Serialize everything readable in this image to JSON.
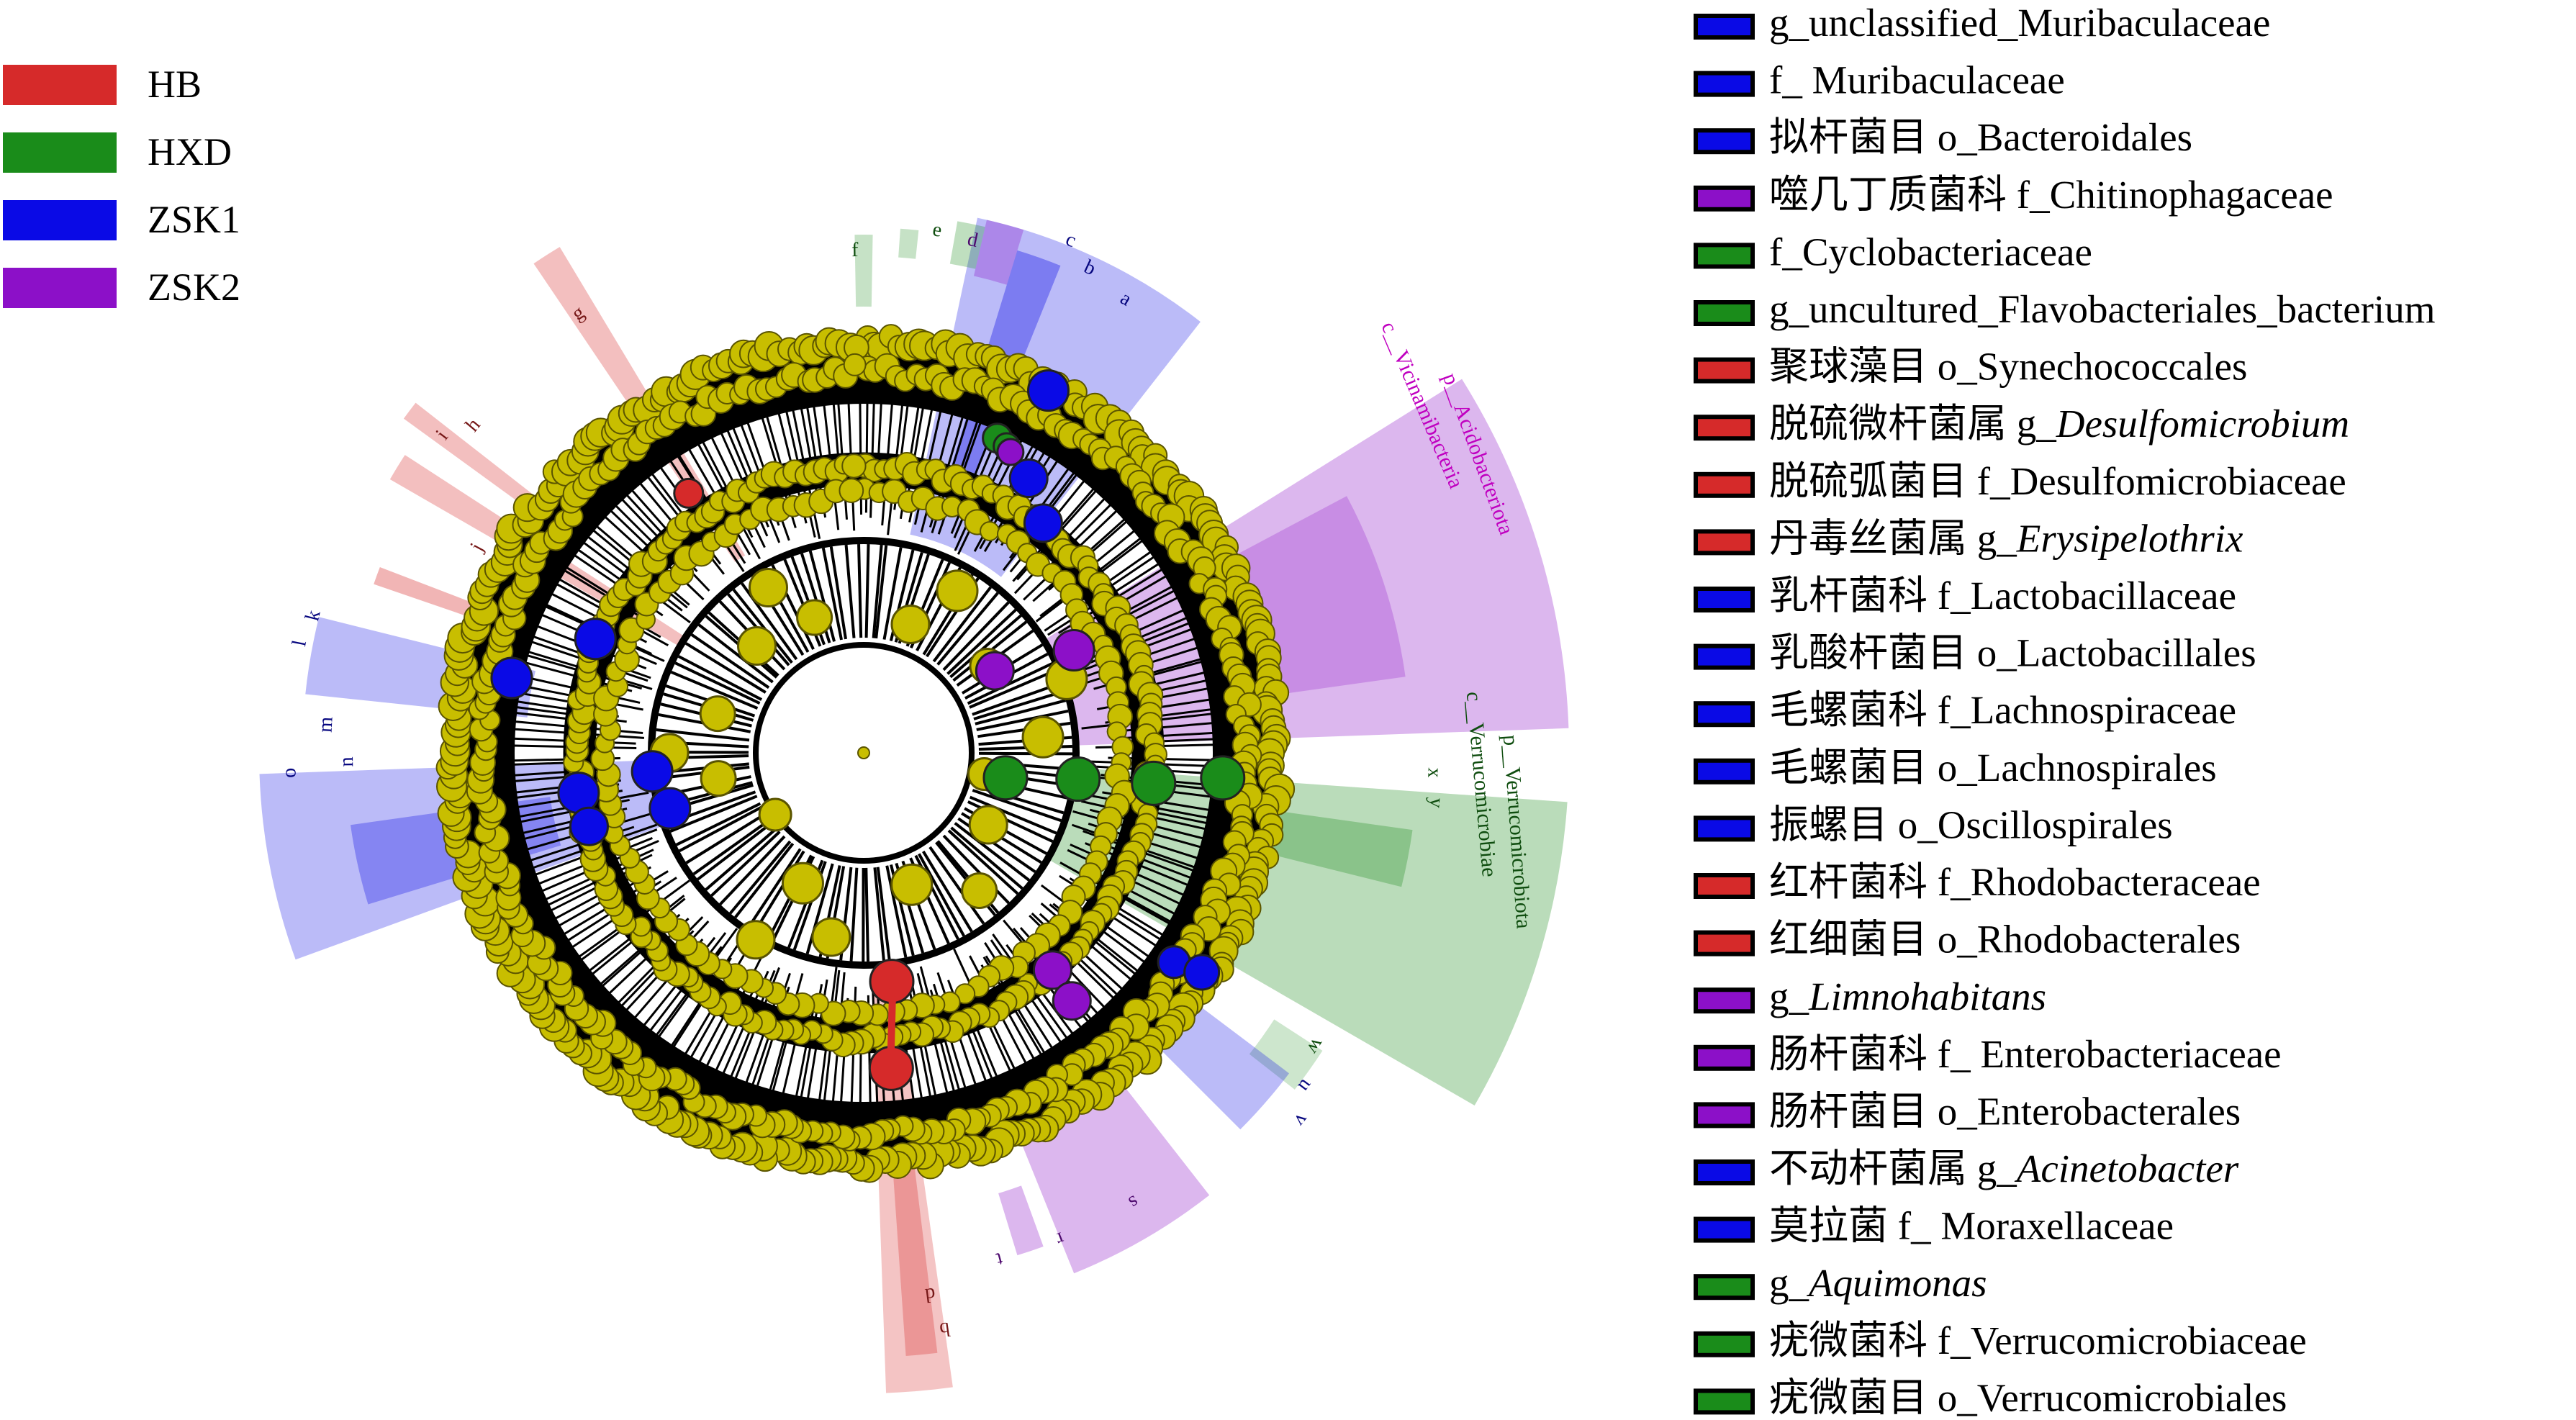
{
  "colors": {
    "HB": "#d62a2a",
    "HXD": "#1a8c1a",
    "ZSK1": "#0a0ae6",
    "ZSK2": "#8c10c8",
    "node": "#c8be00",
    "node_edge": "#5a5400"
  },
  "groups": [
    {
      "label": "HB",
      "color": "#d62a2a"
    },
    {
      "label": "HXD",
      "color": "#1a8c1a"
    },
    {
      "label": "ZSK1",
      "color": "#0a0ae6"
    },
    {
      "label": "ZSK2",
      "color": "#8c10c8"
    }
  ],
  "clade_letters": [
    {
      "text": "a",
      "group": "ZSK1"
    },
    {
      "text": "b",
      "group": "ZSK1"
    },
    {
      "text": "c",
      "group": "ZSK1"
    },
    {
      "text": "d",
      "group": "ZSK2"
    },
    {
      "text": "e",
      "group": "HXD"
    },
    {
      "text": "f",
      "group": "HXD"
    },
    {
      "text": "g",
      "group": "HB"
    },
    {
      "text": "h",
      "group": "HB"
    },
    {
      "text": "i",
      "group": "HB"
    },
    {
      "text": "j",
      "group": "HB"
    },
    {
      "text": "k",
      "group": "ZSK1"
    },
    {
      "text": "l",
      "group": "ZSK1"
    },
    {
      "text": "m",
      "group": "ZSK1"
    },
    {
      "text": "n",
      "group": "ZSK1"
    },
    {
      "text": "o",
      "group": "ZSK1"
    },
    {
      "text": "x",
      "group": "HXD"
    },
    {
      "text": "y",
      "group": "HXD"
    },
    {
      "text": "w",
      "group": "HXD"
    },
    {
      "text": "u",
      "group": "ZSK1"
    },
    {
      "text": "v",
      "group": "ZSK1"
    },
    {
      "text": "s",
      "group": "ZSK2"
    },
    {
      "text": "r",
      "group": "ZSK2"
    },
    {
      "text": "t",
      "group": "ZSK2"
    },
    {
      "text": "d",
      "group": "HB"
    },
    {
      "text": "b",
      "group": "HB"
    }
  ],
  "clade_names": [
    {
      "text": "c__Vicinamibacteria",
      "group": "ZSK2"
    },
    {
      "text": "p__Acidobacteriota",
      "group": "ZSK2"
    },
    {
      "text": "c__Verrucomicrobiae",
      "group": "HXD"
    },
    {
      "text": "p__Verrucomicrobiota",
      "group": "HXD"
    }
  ],
  "taxa": [
    {
      "group": "ZSK1",
      "parts": [
        {
          "t": "g_unclassified_Muribaculaceae",
          "i": false
        }
      ]
    },
    {
      "group": "ZSK1",
      "parts": [
        {
          "t": "f_ Muribaculaceae",
          "i": false
        }
      ]
    },
    {
      "group": "ZSK1",
      "parts": [
        {
          "t": "拟杆菌目 o_Bacteroidales",
          "i": false
        }
      ]
    },
    {
      "group": "ZSK2",
      "parts": [
        {
          "t": "噬几丁质菌科 f_Chitinophagaceae",
          "i": false
        }
      ]
    },
    {
      "group": "HXD",
      "parts": [
        {
          "t": "f_Cyclobacteriaceae",
          "i": false
        }
      ]
    },
    {
      "group": "HXD",
      "parts": [
        {
          "t": "g_uncultured_Flavobacteriales_bacterium",
          "i": false
        }
      ]
    },
    {
      "group": "HB",
      "parts": [
        {
          "t": "聚球藻目 o_Synechococcales",
          "i": false
        }
      ]
    },
    {
      "group": "HB",
      "parts": [
        {
          "t": "脱硫微杆菌属 g_",
          "i": false
        },
        {
          "t": "Desulfomicrobium",
          "i": true
        }
      ]
    },
    {
      "group": "HB",
      "parts": [
        {
          "t": "脱硫弧菌目 f_Desulfomicrobiaceae",
          "i": false
        }
      ]
    },
    {
      "group": "HB",
      "parts": [
        {
          "t": "丹毒丝菌属 g_",
          "i": false
        },
        {
          "t": "Erysipelothrix",
          "i": true
        }
      ]
    },
    {
      "group": "ZSK1",
      "parts": [
        {
          "t": "乳杆菌科 f_Lactobacillaceae",
          "i": false
        }
      ]
    },
    {
      "group": "ZSK1",
      "parts": [
        {
          "t": "乳酸杆菌目 o_Lactobacillales",
          "i": false
        }
      ]
    },
    {
      "group": "ZSK1",
      "parts": [
        {
          "t": "毛螺菌科 f_Lachnospiraceae",
          "i": false
        }
      ]
    },
    {
      "group": "ZSK1",
      "parts": [
        {
          "t": "毛螺菌目 o_Lachnospirales",
          "i": false
        }
      ]
    },
    {
      "group": "ZSK1",
      "parts": [
        {
          "t": "振螺目 o_Oscillospirales",
          "i": false
        }
      ]
    },
    {
      "group": "HB",
      "parts": [
        {
          "t": "红杆菌科 f_Rhodobacteraceae",
          "i": false
        }
      ]
    },
    {
      "group": "HB",
      "parts": [
        {
          "t": "红细菌目 o_Rhodobacterales",
          "i": false
        }
      ]
    },
    {
      "group": "ZSK2",
      "parts": [
        {
          "t": "g_",
          "i": false
        },
        {
          "t": "Limnohabitans",
          "i": true
        }
      ]
    },
    {
      "group": "ZSK2",
      "parts": [
        {
          "t": "肠杆菌科 f_ Enterobacteriaceae",
          "i": false
        }
      ]
    },
    {
      "group": "ZSK2",
      "parts": [
        {
          "t": "肠杆菌目 o_Enterobacterales",
          "i": false
        }
      ]
    },
    {
      "group": "ZSK1",
      "parts": [
        {
          "t": "不动杆菌属 g_",
          "i": false
        },
        {
          "t": "Acinetobacter",
          "i": true
        }
      ]
    },
    {
      "group": "ZSK1",
      "parts": [
        {
          "t": "莫拉菌 f_ Moraxellaceae",
          "i": false
        }
      ]
    },
    {
      "group": "HXD",
      "parts": [
        {
          "t": "g_",
          "i": false
        },
        {
          "t": "Aquimonas",
          "i": true
        }
      ]
    },
    {
      "group": "HXD",
      "parts": [
        {
          "t": "疣微菌科 f_Verrucomicrobiaceae",
          "i": false
        }
      ]
    },
    {
      "group": "HXD",
      "parts": [
        {
          "t": "疣微菌目 o_Verrucomicrobiales",
          "i": false
        }
      ]
    }
  ]
}
